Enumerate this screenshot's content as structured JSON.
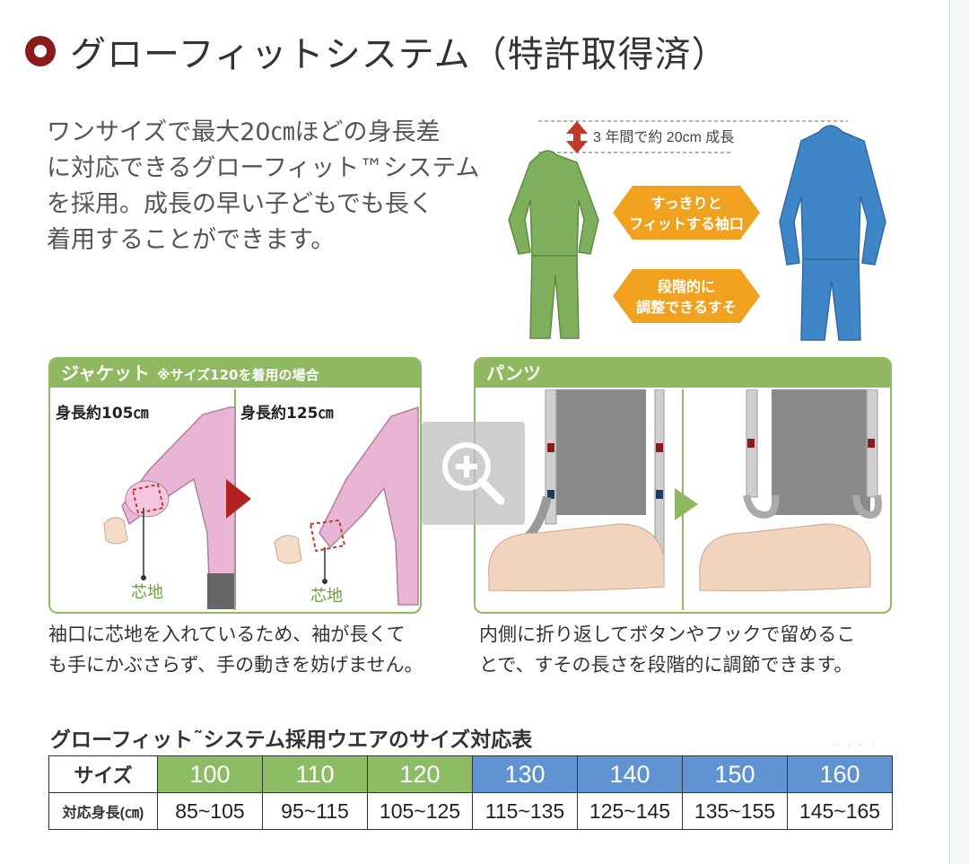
{
  "title": "グローフィットシステム（特許取得済）",
  "intro_lines": [
    "ワンサイズで最大20㎝ほどの身長差",
    "に対応できるグローフィット™システム",
    "を採用。成長の早い子どもでも長く",
    "着用することができます。"
  ],
  "hero": {
    "growth_label": "3 年間で約 20cm 成長",
    "badge_cuff_line1": "すっきりと",
    "badge_cuff_line2": "フィットする袖口",
    "badge_hem_line1": "段階的に",
    "badge_hem_line2": "調整できるすそ",
    "colors": {
      "small_suit": "#7fae5c",
      "large_suit": "#3f86c8",
      "badge": "#f0a21e"
    }
  },
  "jacket_panel": {
    "heading": "ジャケット",
    "note": "※サイズ120を着用の場合",
    "height_before": "身長約105㎝",
    "height_after": "身長約125㎝",
    "callout_before": "芯地",
    "callout_after": "芯地",
    "caption_lines": [
      "袖口に芯地を入れているため、袖が長くて",
      "も手にかぶさらず、手の動きを妨げません。"
    ]
  },
  "pants_panel": {
    "heading": "パンツ",
    "caption_lines": [
      "内側に折り返してボタンやフックで留めるこ",
      "とで、すその長さを段階的に調節できます。"
    ]
  },
  "table": {
    "title": "グローフィット˜システム採用ウエアのサイズ対応表",
    "header_label": "サイズ",
    "row_label": "対応身長(㎝)",
    "sizes": [
      {
        "size": "100",
        "range": "85~105",
        "group": "green"
      },
      {
        "size": "110",
        "range": "95~115",
        "group": "green"
      },
      {
        "size": "120",
        "range": "105~125",
        "group": "green"
      },
      {
        "size": "130",
        "range": "115~135",
        "group": "blue"
      },
      {
        "size": "140",
        "range": "125~145",
        "group": "blue"
      },
      {
        "size": "150",
        "range": "135~155",
        "group": "blue"
      },
      {
        "size": "160",
        "range": "145~165",
        "group": "blue"
      }
    ]
  },
  "icons": {
    "zoom": "zoom-in-icon",
    "bullet": "ring-bullet-icon"
  }
}
